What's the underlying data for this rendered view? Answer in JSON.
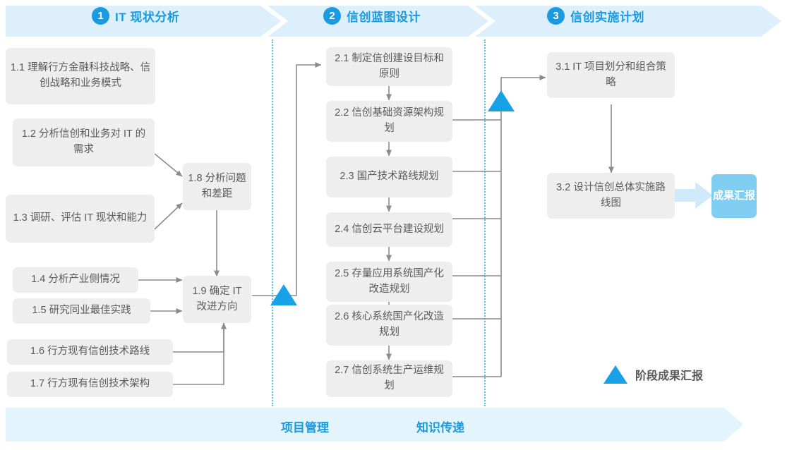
{
  "header": {
    "phases": [
      {
        "num": "1",
        "title": "IT 现状分析"
      },
      {
        "num": "2",
        "title": "信创蓝图设计"
      },
      {
        "num": "3",
        "title": "信创实施计划"
      }
    ],
    "band_color": "#ddeffb",
    "accent_color": "#1a9ae0"
  },
  "stage1": {
    "nodes": [
      {
        "id": "1.1",
        "label": "1.1 理解行方金融科技战略、信创战略和业务模式"
      },
      {
        "id": "1.2",
        "label": "1.2 分析信创和业务对 IT 的需求"
      },
      {
        "id": "1.3",
        "label": "1.3 调研、评估 IT 现状和能力"
      },
      {
        "id": "1.4",
        "label": "1.4 分析产业侧情况"
      },
      {
        "id": "1.5",
        "label": "1.5 研究同业最佳实践"
      },
      {
        "id": "1.6",
        "label": "1.6 行方现有信创技术路线"
      },
      {
        "id": "1.7",
        "label": "1.7 行方现有信创技术架构"
      },
      {
        "id": "1.8",
        "label": "1.8 分析问题和差距"
      },
      {
        "id": "1.9",
        "label": "1.9 确定 IT 改进方向"
      }
    ]
  },
  "stage2": {
    "nodes": [
      {
        "id": "2.1",
        "label": "2.1 制定信创建设目标和原则"
      },
      {
        "id": "2.2",
        "label": "2.2 信创基础资源架构规划"
      },
      {
        "id": "2.3",
        "label": "2.3 国产技术路线规划"
      },
      {
        "id": "2.4",
        "label": "2.4 信创云平台建设规划"
      },
      {
        "id": "2.5",
        "label": "2.5 存量应用系统国产化改造规划"
      },
      {
        "id": "2.6",
        "label": "2.6 核心系统国产化改造规划"
      },
      {
        "id": "2.7",
        "label": "2.7 信创系统生产运维规划"
      }
    ]
  },
  "stage3": {
    "nodes": [
      {
        "id": "3.1",
        "label": "3.1 IT 项目划分和组合策略"
      },
      {
        "id": "3.2",
        "label": "3.2 设计信创总体实施路线图"
      }
    ],
    "result_badge": {
      "label": "成果汇报",
      "color": "#7fcdf0"
    }
  },
  "legend": {
    "label": "阶段成果汇报",
    "marker_color": "#17a2e8"
  },
  "footer": {
    "labels": [
      "项目管理",
      "知识传递"
    ],
    "band_color": "#e3f4fc",
    "accent_color": "#1a9ae0"
  }
}
